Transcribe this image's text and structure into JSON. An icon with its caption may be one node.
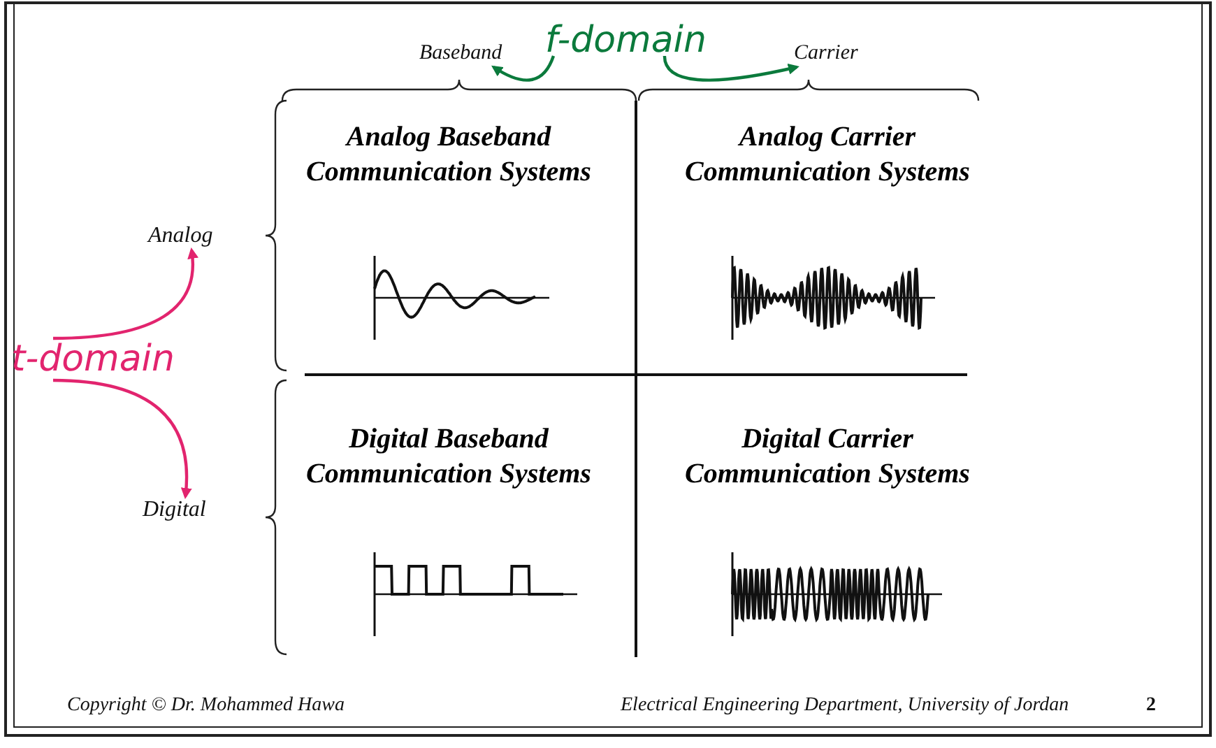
{
  "diagram": {
    "nodes": [
      {
        "text": [
          "Baseband"
        ]
      },
      {
        "text": [
          "f-domain"
        ]
      },
      {
        "text": [
          "Carrier"
        ]
      },
      {
        "text": [
          "Analog"
        ]
      },
      {
        "text": [
          "Analog Baseband Communication Systems"
        ]
      },
      {
        "text": [
          "Analog Carrier Communication Systems"
        ]
      },
      {
        "text": [
          "t-domain"
        ]
      },
      {
        "text": [
          "Digital"
        ]
      },
      {
        "text": [
          "Digital Baseband Communication Systems"
        ]
      },
      {
        "text": [
          "Digital Carrier Communication Systems"
        ]
      }
    ],
    "edges": [
      {
        "from": 1,
        "to": 0,
        "arrow": "to",
        "color": "#0b7a3c"
      },
      {
        "from": 1,
        "to": 2,
        "arrow": "to",
        "color": "#0b7a3c"
      },
      {
        "from": 6,
        "to": 3,
        "arrow": "to",
        "color": "#e2246e"
      },
      {
        "from": 6,
        "to": 7,
        "arrow": "to",
        "color": "#e2246e"
      }
    ],
    "labels": [
      "Copyright © Dr. Mohammed Hawa",
      "Electrical Engineering Department, University of Jordan",
      "2"
    ]
  }
}
